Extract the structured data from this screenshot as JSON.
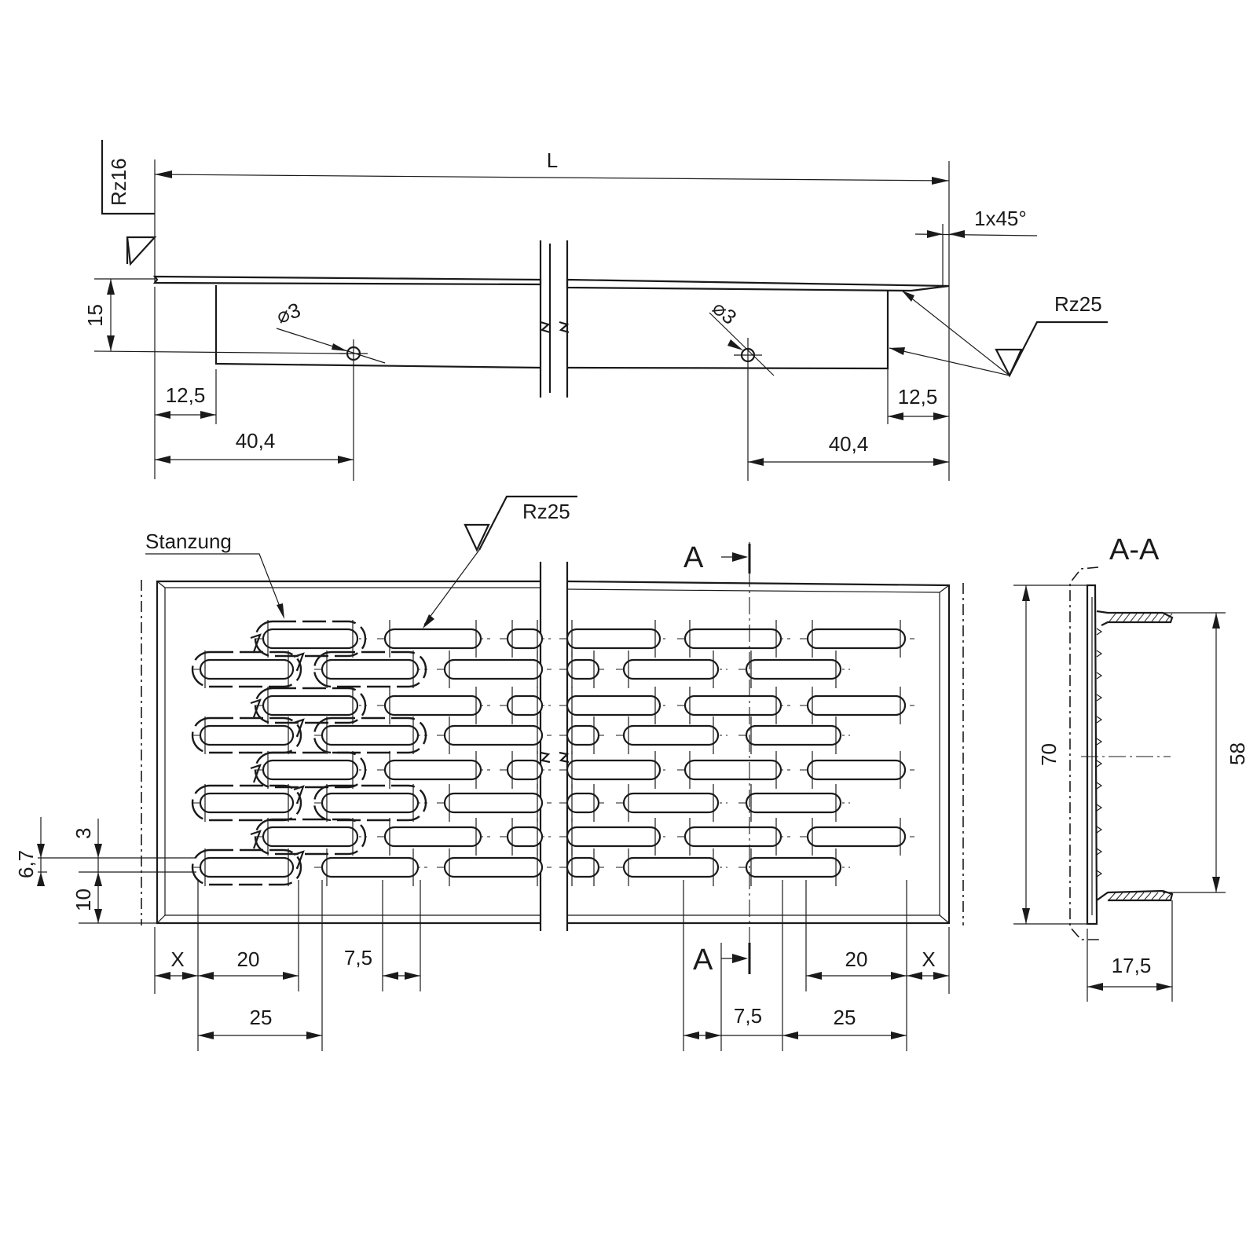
{
  "top_view": {
    "length_label": "L",
    "chamfer_label": "1x45°",
    "surface_left": "Rz16",
    "surface_right": "Rz25",
    "height_label": "15",
    "hole_left_label": "⌀3",
    "hole_right_label": "⌀3",
    "offset_left": "12,5",
    "offset_right": "12,5",
    "hole_dist_left": "40,4",
    "hole_dist_right": "40,4"
  },
  "front_view": {
    "stamping_label": "Stanzung",
    "surface_label": "Rz25",
    "section_mark_top": "A",
    "section_mark_bottom": "A",
    "dim_row_pitch": "3",
    "dim_row_offset": "6,7",
    "dim_bottom": "10",
    "dim_x_left": "X",
    "dim_x_right": "X",
    "dim_slot_left": "20",
    "dim_slot_right": "20",
    "dim_gap_left": "7,5",
    "dim_gap_right": "7,5",
    "dim_pitch_left": "25",
    "dim_pitch_right": "25"
  },
  "section_view": {
    "title": "A-A",
    "height_outer": "70",
    "height_inner": "58",
    "depth": "17,5"
  }
}
